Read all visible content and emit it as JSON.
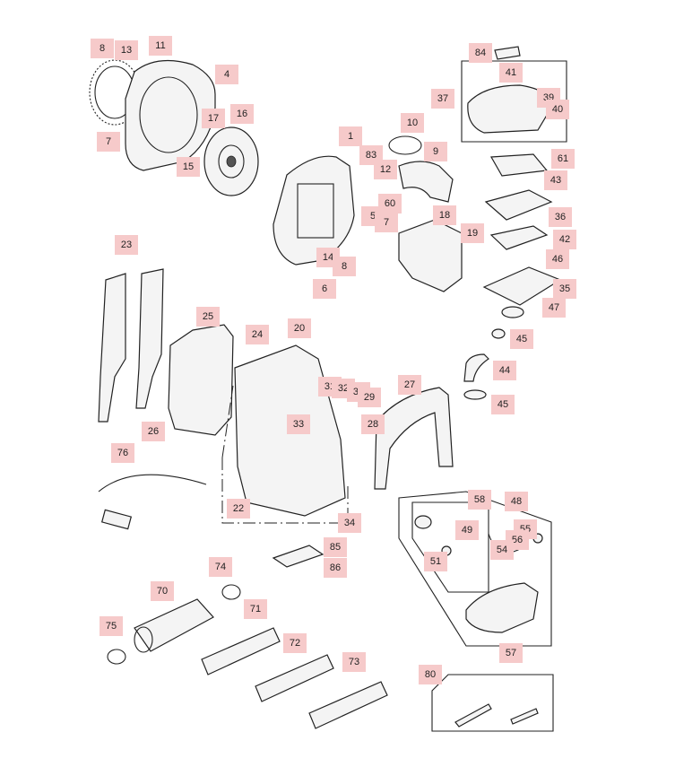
{
  "callouts": {
    "c1": "1",
    "c4": "4",
    "c5": "5",
    "c6": "6",
    "c7a": "7",
    "c7b": "7",
    "c8a": "8",
    "c8b": "8",
    "c9": "9",
    "c10": "10",
    "c11": "11",
    "c12": "12",
    "c13": "13",
    "c14": "14",
    "c15": "15",
    "c16": "16",
    "c17": "17",
    "c18": "18",
    "c19": "19",
    "c20": "20",
    "c22": "22",
    "c23": "23",
    "c24": "24",
    "c25": "25",
    "c26": "26",
    "c27": "27",
    "c28": "28",
    "c29": "29",
    "c30": "30",
    "c31": "31",
    "c32": "32",
    "c33": "33",
    "c34": "34",
    "c35": "35",
    "c36": "36",
    "c37": "37",
    "c39": "39",
    "c40": "40",
    "c41": "41",
    "c42": "42",
    "c43": "43",
    "c44": "44",
    "c45a": "45",
    "c45b": "45",
    "c46": "46",
    "c47": "47",
    "c48": "48",
    "c49": "49",
    "c51": "51",
    "c54": "54",
    "c55": "55",
    "c56": "56",
    "c57": "57",
    "c58": "58",
    "c60": "60",
    "c61": "61",
    "c70": "70",
    "c71": "71",
    "c72": "72",
    "c73": "73",
    "c74": "74",
    "c75": "75",
    "c76": "76",
    "c80": "80",
    "c83": "83",
    "c84": "84",
    "c85": "85",
    "c86": "86"
  }
}
